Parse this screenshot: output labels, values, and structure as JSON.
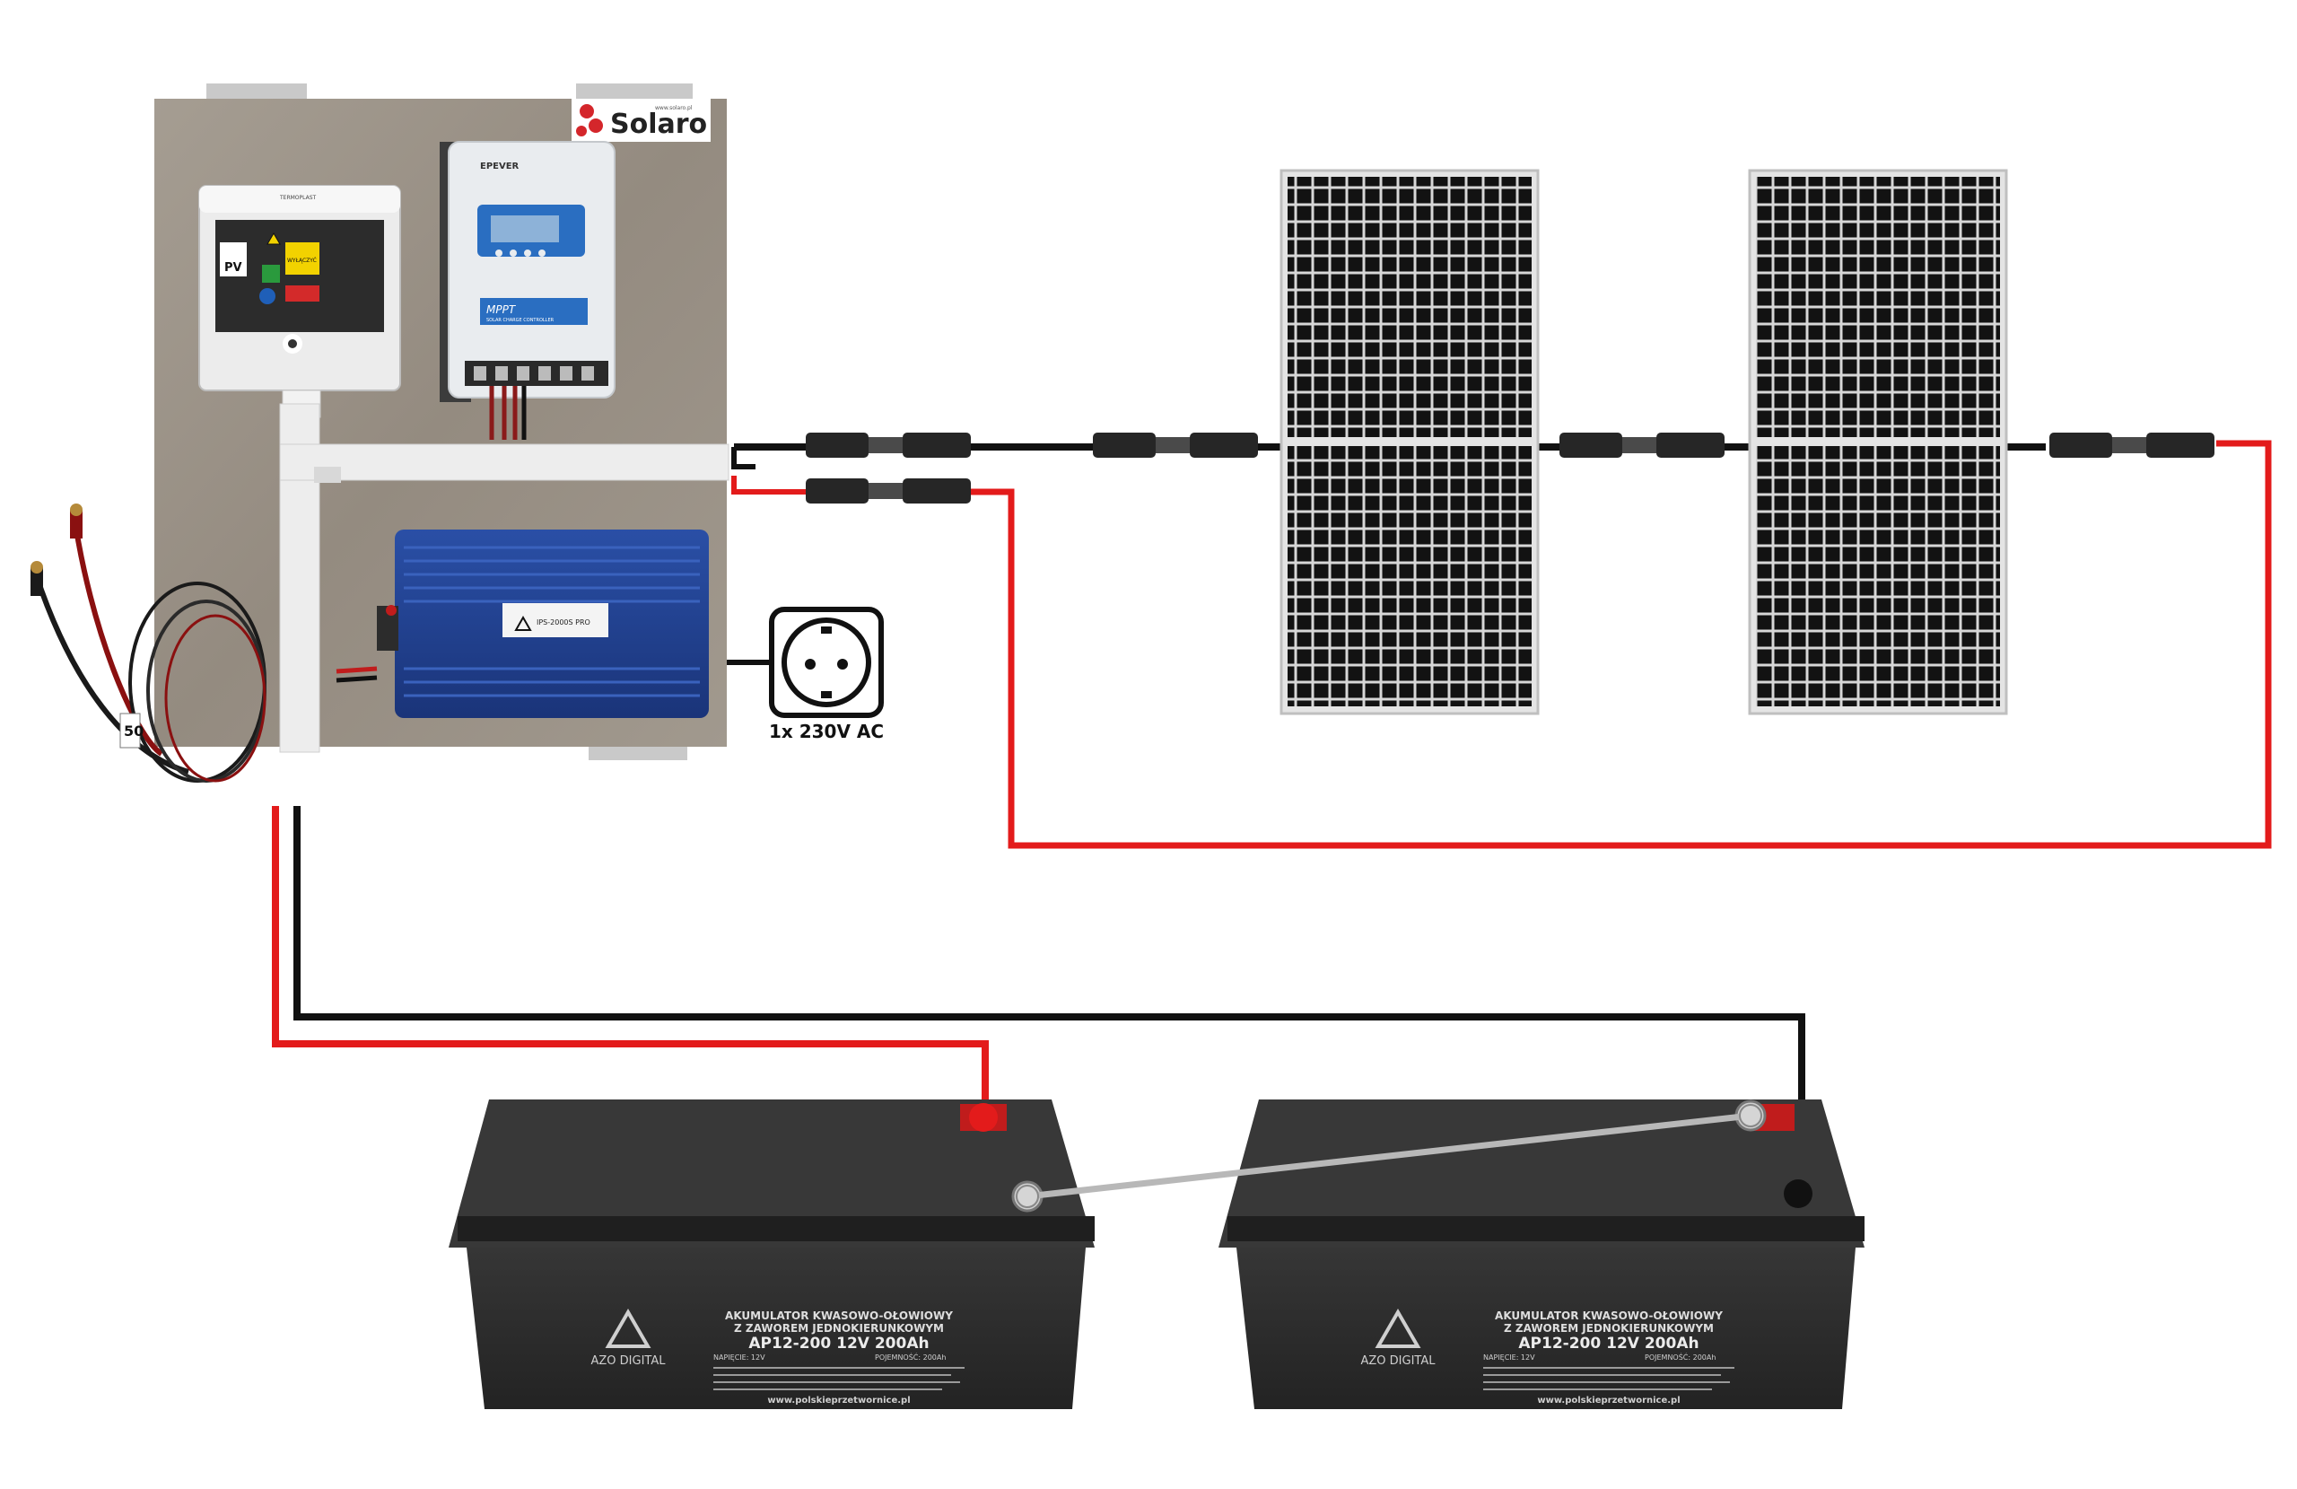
{
  "diagram": {
    "brand": {
      "name": "Solaro",
      "url": "www.solaro.pl"
    },
    "switch_box": {
      "label_pv": "PV",
      "label_warning": "WYŁĄCZYĆ",
      "brand": "TERMOPLAST"
    },
    "charge_controller": {
      "brand": "EPEVER",
      "type": "MPPT",
      "subtitle": "SOLAR CHARGE CONTROLLER"
    },
    "inverter": {
      "model": "IPS-2000S PRO"
    },
    "socket": {
      "label": "1x 230V AC"
    },
    "cable_tag": {
      "text": "50"
    },
    "batteries": [
      {
        "brand": "AZO DIGITAL",
        "line1": "AKUMULATOR KWASOWO-OŁOWIOWY",
        "line2": "Z ZAWOREM JEDNOKIERUNKOWYM",
        "model": "AP12-200 12V 200Ah",
        "spec_left": "NAPIĘCIE: 12V",
        "spec_right": "POJEMNOŚĆ: 200Ah",
        "url": "www.polskieprzetwornice.pl"
      },
      {
        "brand": "AZO DIGITAL",
        "line1": "AKUMULATOR KWASOWO-OŁOWIOWY",
        "line2": "Z ZAWOREM JEDNOKIERUNKOWYM",
        "model": "AP12-200 12V 200Ah",
        "spec_left": "NAPIĘCIE: 12V",
        "spec_right": "POJEMNOŚĆ: 200Ah",
        "url": "www.polskieprzetwornice.pl"
      }
    ],
    "colors": {
      "positive_wire": "#e31b1b",
      "negative_wire": "#111111",
      "jumper_wire": "#b8b8b8",
      "panel_cell": "#121212",
      "board": "#9e968b",
      "inverter": "#1f3f8e",
      "battery": "#2b2b2b"
    }
  }
}
